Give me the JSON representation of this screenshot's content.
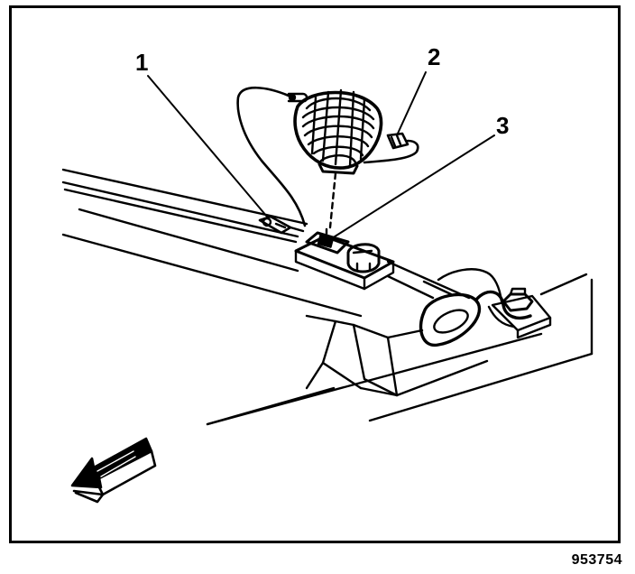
{
  "callouts": {
    "c1": "1",
    "c2": "2",
    "c3": "3"
  },
  "figure_number": "953754",
  "colors": {
    "ink": "#000000",
    "paper": "#ffffff"
  }
}
